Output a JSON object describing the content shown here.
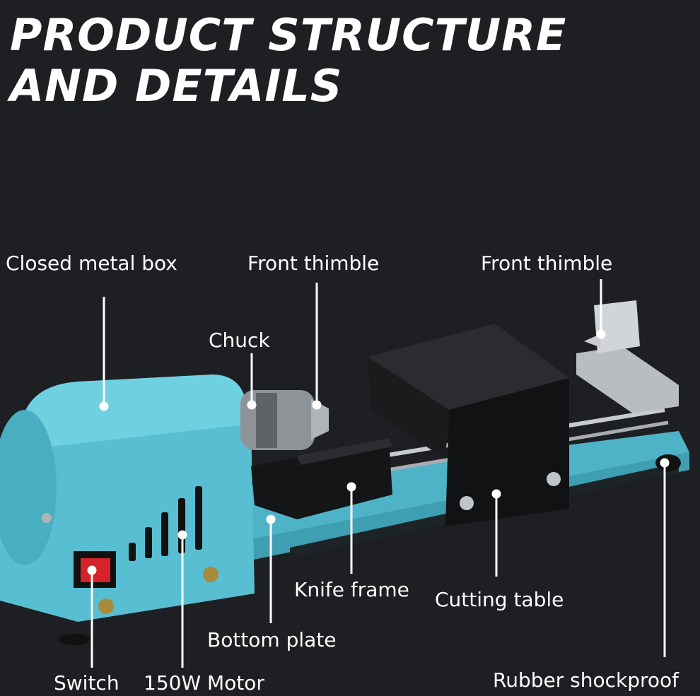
{
  "title": {
    "line1": "PRODUCT STRUCTURE",
    "line2": "AND DETAILS"
  },
  "labels": {
    "closed_metal_box": "Closed metal box",
    "front_thimble_left": "Front thimble",
    "front_thimble_right": "Front thimble",
    "chuck": "Chuck",
    "knife_frame": "Knife frame",
    "cutting_table": "Cutting table",
    "bottom_plate": "Bottom plate",
    "switch": "Switch",
    "motor": "150W Motor",
    "rubber_shockproof": "Rubber shockproof"
  },
  "colors": {
    "background": "#1d1f22",
    "body_blue": "#5cc3d6",
    "black_parts": "#111214",
    "steel": "#b8bcc0",
    "switch_red": "#d4232a",
    "text": "#ffffff"
  }
}
